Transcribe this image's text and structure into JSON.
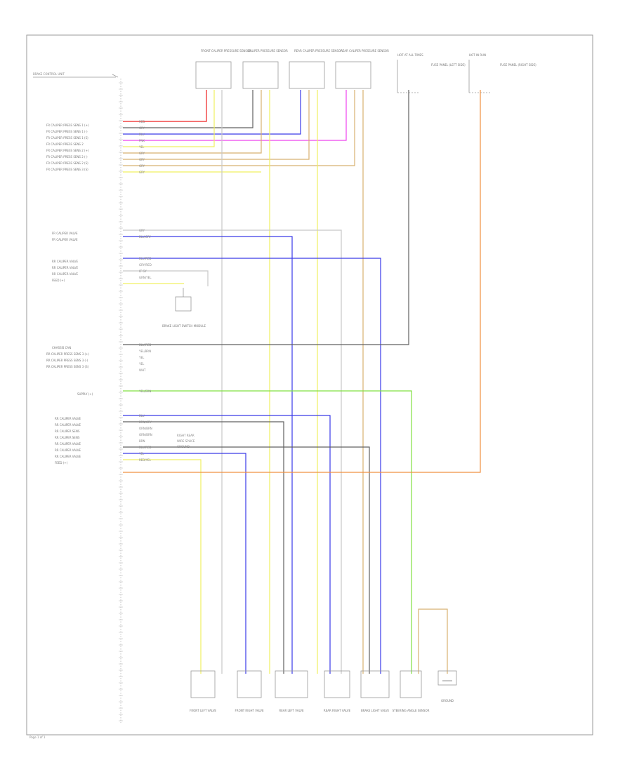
{
  "diagram": {
    "header_label": "BRAKE CONTROL UNIT",
    "footer_label": "Page 1 of 1",
    "colors": {
      "red": "#ee2020",
      "blue": "#3a3ae8",
      "magenta": "#ee44ee",
      "yellow": "#f0f060",
      "tan": "#d8b070",
      "green": "#80e040",
      "orange": "#f09040",
      "gray": "#606060",
      "lightgray": "#c8c8c8"
    },
    "left_labels": [
      "FR CALIPER PRESS SENS 1 (+)",
      "FR CALIPER PRESS SENS 1 (-)",
      "FR CALIPER PRESS SENS 1 (S)",
      "FR CALIPER PRESS SENS 2",
      "FR CALIPER PRESS SENS 2 (+)",
      "FR CALIPER PRESS SENS 2 (-)",
      "FR CALIPER PRESS SENS 2 (S)",
      "FR CALIPER PRESS SENS 3 (S)",
      "FR CALIPER VALVE",
      "FR CALIPER VALVE",
      "RR CALIPER VALVE",
      "RR CALIPER VALVE",
      "RR CALIPER VALVE",
      "FEED (+)",
      "CHASSIS CAN",
      "RR CALIPER PRESS SENS 3 (+)",
      "RR CALIPER PRESS SENS 3 (-)",
      "RR CALIPER PRESS SENS 3 (S)",
      "SUPPLY (+)",
      "RR CALIPER VALVE",
      "RR CALIPER VALVE",
      "RR CALIPER SENS",
      "RR CALIPER SENS",
      "RR CALIPER VALVE",
      "RR CALIPER VALVE",
      "RR CALIPER VALVE",
      "FEED (+)"
    ],
    "wire_labels": [
      "RED",
      "GRY",
      "BLU",
      "PNK",
      "YEL",
      "GRY",
      "GRY",
      "GRY",
      "GRY",
      "GRY",
      "BLU/GRY",
      "BLU/RED",
      "GRY/RED",
      "LT GY",
      "GRN/YEL",
      "BLU/RED",
      "YEL/BRN",
      "YEL",
      "YEL",
      "WHT",
      "YEL/GRN",
      "BLU",
      "BRN/GRY",
      "ORN/BRN",
      "ORN/BRN",
      "BRN",
      "BLU/RED",
      "YEL",
      "RED/YEL"
    ],
    "top_connectors": [
      "FRONT CALIPER PRESSURE SENSOR",
      "CALIPER PRESSURE SENSOR",
      "REAR CALIPER PRESSURE SENSOR",
      "REAR CALIPER PRESSURE SENSOR",
      "HOT AT ALL TIMES",
      "HOT IN RUN"
    ],
    "fuse_notes": [
      "FUSE PANEL (LEFT SIDE)",
      "FUSE PANEL (RIGHT SIDE)"
    ],
    "mid_component": "BRAKE LIGHT SWITCH MODULE",
    "mid_notes": [
      "RIGHT REAR",
      "WIRE SPLICE",
      "GROUND"
    ],
    "bottom_connectors": [
      "FRONT LEFT VALVE",
      "FRONT RIGHT VALVE",
      "REAR LEFT VALVE",
      "REAR RIGHT VALVE",
      "BRAKE LIGHT VALVE",
      "STEERING ANGLE SENSOR",
      "GROUND"
    ]
  }
}
